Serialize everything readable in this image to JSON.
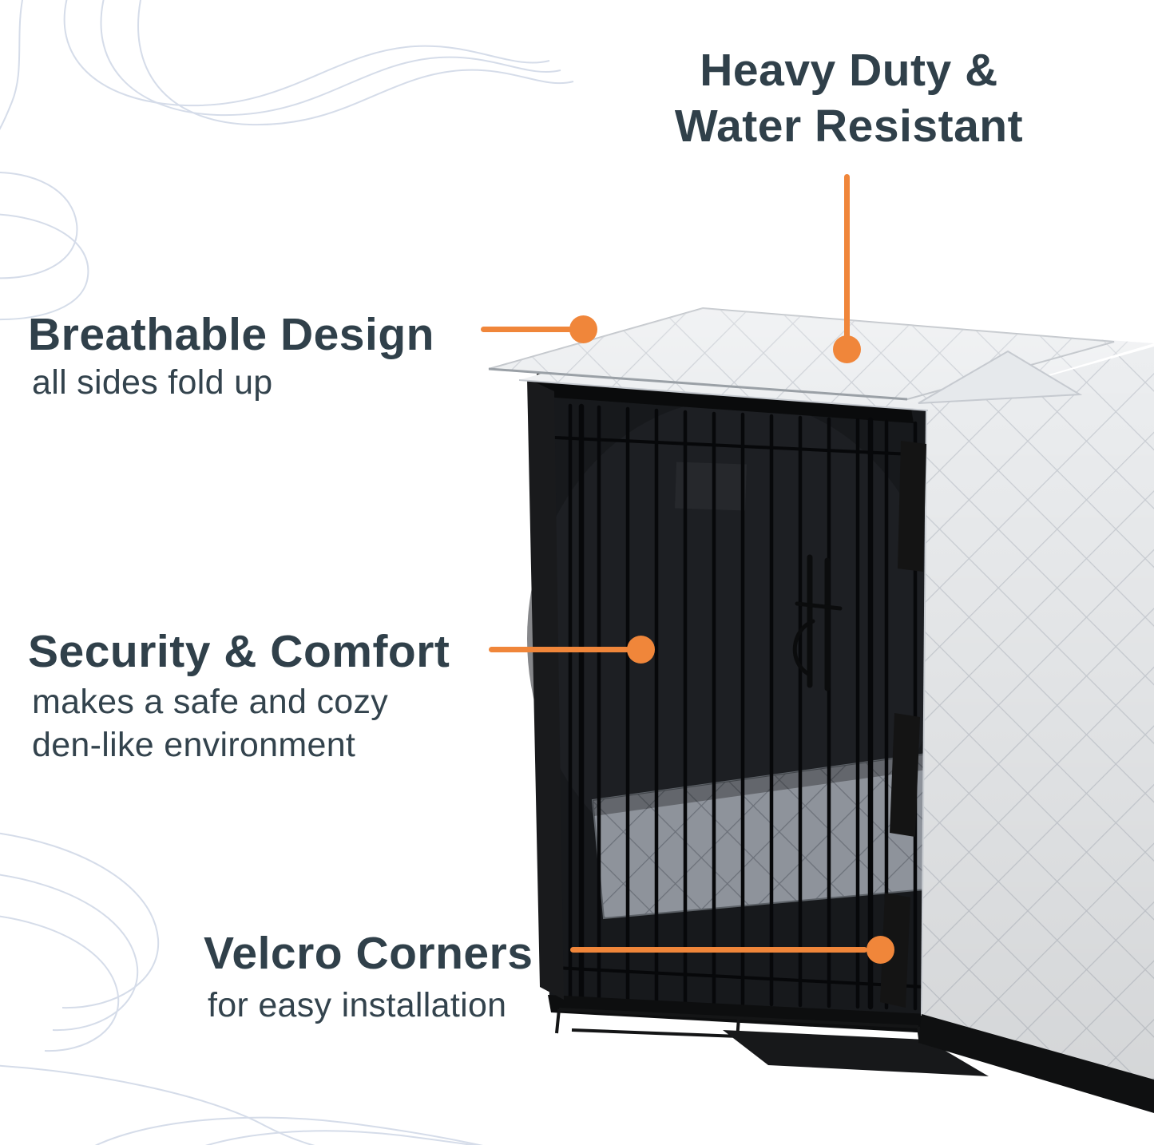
{
  "colors": {
    "accent": "#F0863A",
    "heading": "#30404A",
    "subtext": "#33434D",
    "wave": "#C7D1E2",
    "cover_fabric": "#ECEEF0",
    "quilt_stitch": "#CCD0D6",
    "crate_interior": "#17191C",
    "cushion_gray": "#8E939B"
  },
  "callouts": {
    "heavy_duty": {
      "title_line1": "Heavy Duty &",
      "title_line2": "Water Resistant"
    },
    "breathable": {
      "title": "Breathable Design",
      "subtitle": "all sides fold up"
    },
    "security": {
      "title": "Security & Comfort",
      "subtitle_line1": "makes a safe and cozy",
      "subtitle_line2": "den-like environment"
    },
    "velcro": {
      "title": "Velcro Corners",
      "subtitle": "for easy installation"
    }
  }
}
